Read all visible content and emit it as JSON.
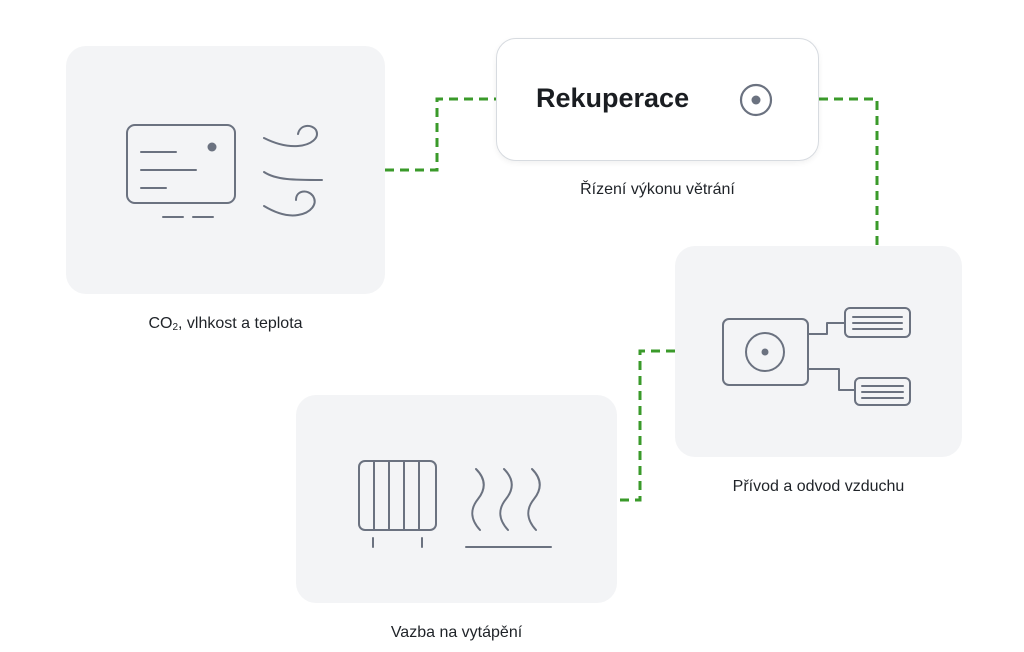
{
  "hub": {
    "title": "Rekuperace",
    "subtitle": "Řízení výkonu větrání",
    "icon": "target-circle-icon"
  },
  "nodes": [
    {
      "id": "sensors",
      "icon": "monitor-wind-icon",
      "caption_main": "CO",
      "caption_sub": "2",
      "caption_rest": ", vlhkost a teplota"
    },
    {
      "id": "air",
      "icon": "ventilation-unit-icon",
      "caption": "Přívod a odvod vzduchu"
    },
    {
      "id": "heating",
      "icon": "radiator-heat-icon",
      "caption": "Vazba na vytápění"
    }
  ],
  "colors": {
    "card_background": "#f3f4f6",
    "icon_stroke": "#6b7280",
    "connector": "#3a9a2a",
    "text": "#1f2328"
  }
}
